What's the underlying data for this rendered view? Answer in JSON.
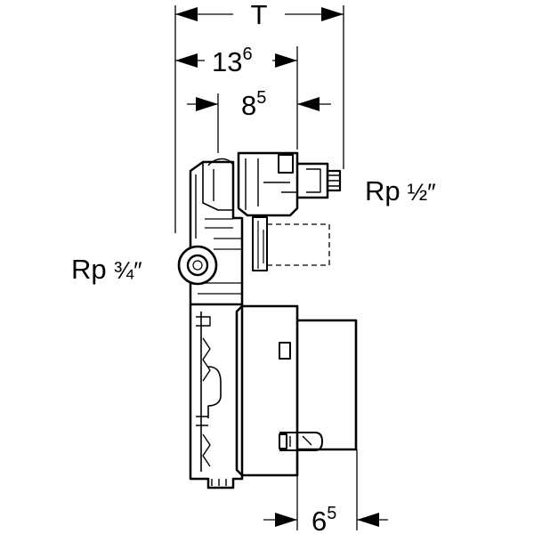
{
  "dimensions": {
    "total_depth": {
      "main": "T"
    },
    "depth_136": {
      "main": "13",
      "sup": "6"
    },
    "depth_85": {
      "main": "8",
      "sup": "5"
    },
    "depth_65": {
      "main": "6",
      "sup": "5"
    }
  },
  "connections": {
    "outlet": {
      "prefix": "Rp",
      "size": "½″"
    },
    "inlet": {
      "prefix": "Rp",
      "size": "¾″"
    }
  }
}
